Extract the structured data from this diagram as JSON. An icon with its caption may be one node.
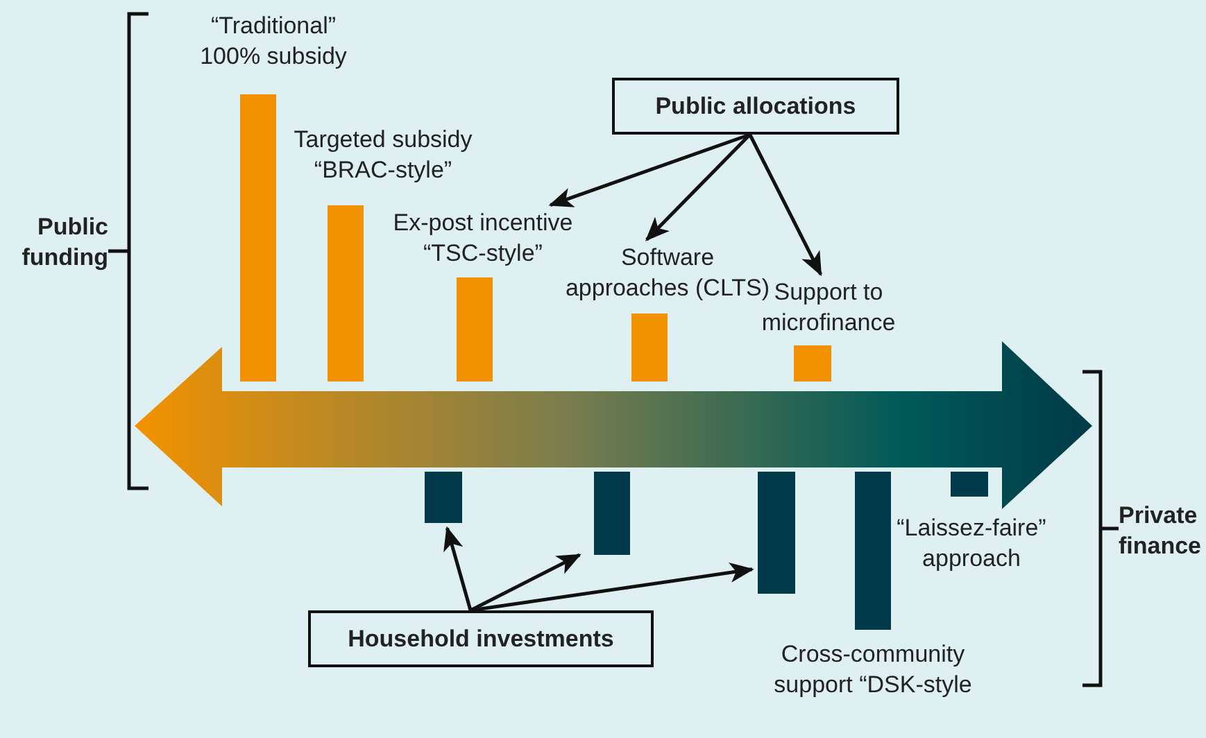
{
  "diagram": {
    "nodes": [
      {
        "text": [
          "Public allocations"
        ]
      },
      {
        "text": [
          "Ex-post incentive “TSC-style”"
        ]
      },
      {
        "text": [
          "Software approaches (CLTS)"
        ]
      },
      {
        "text": [
          "Support to microfinance"
        ]
      },
      {
        "text": [
          "Household investments"
        ]
      },
      {
        "text": [],
        "shape": "bar"
      },
      {
        "text": [],
        "shape": "bar"
      },
      {
        "text": [],
        "shape": "bar"
      },
      {
        "text": [],
        "shape": "bar"
      },
      {
        "text": [],
        "shape": "bar"
      },
      {
        "text": [],
        "shape": "bar"
      },
      {
        "text": [],
        "shape": "bar"
      },
      {
        "text": [],
        "shape": "bar"
      },
      {
        "text": [],
        "shape": "bar"
      },
      {
        "text": [],
        "shape": "bar"
      }
    ],
    "edges": [
      {
        "from": 0,
        "to": 1,
        "arrow": "to"
      },
      {
        "from": 0,
        "to": 2,
        "arrow": "to"
      },
      {
        "from": 0,
        "to": 3,
        "arrow": "to"
      },
      {
        "from": 4,
        "to": 5,
        "arrow": "to"
      },
      {
        "from": 4,
        "to": 6,
        "arrow": "to"
      },
      {
        "from": 4,
        "to": 7,
        "arrow": "to"
      }
    ],
    "labels": [
      "“Traditional” 100% subsidy",
      "Targeted subsidy “BRAC-style”",
      "Public funding",
      "Private finance",
      "“Laissez-faire” approach",
      "Cross-community support “DSK-style"
    ]
  }
}
